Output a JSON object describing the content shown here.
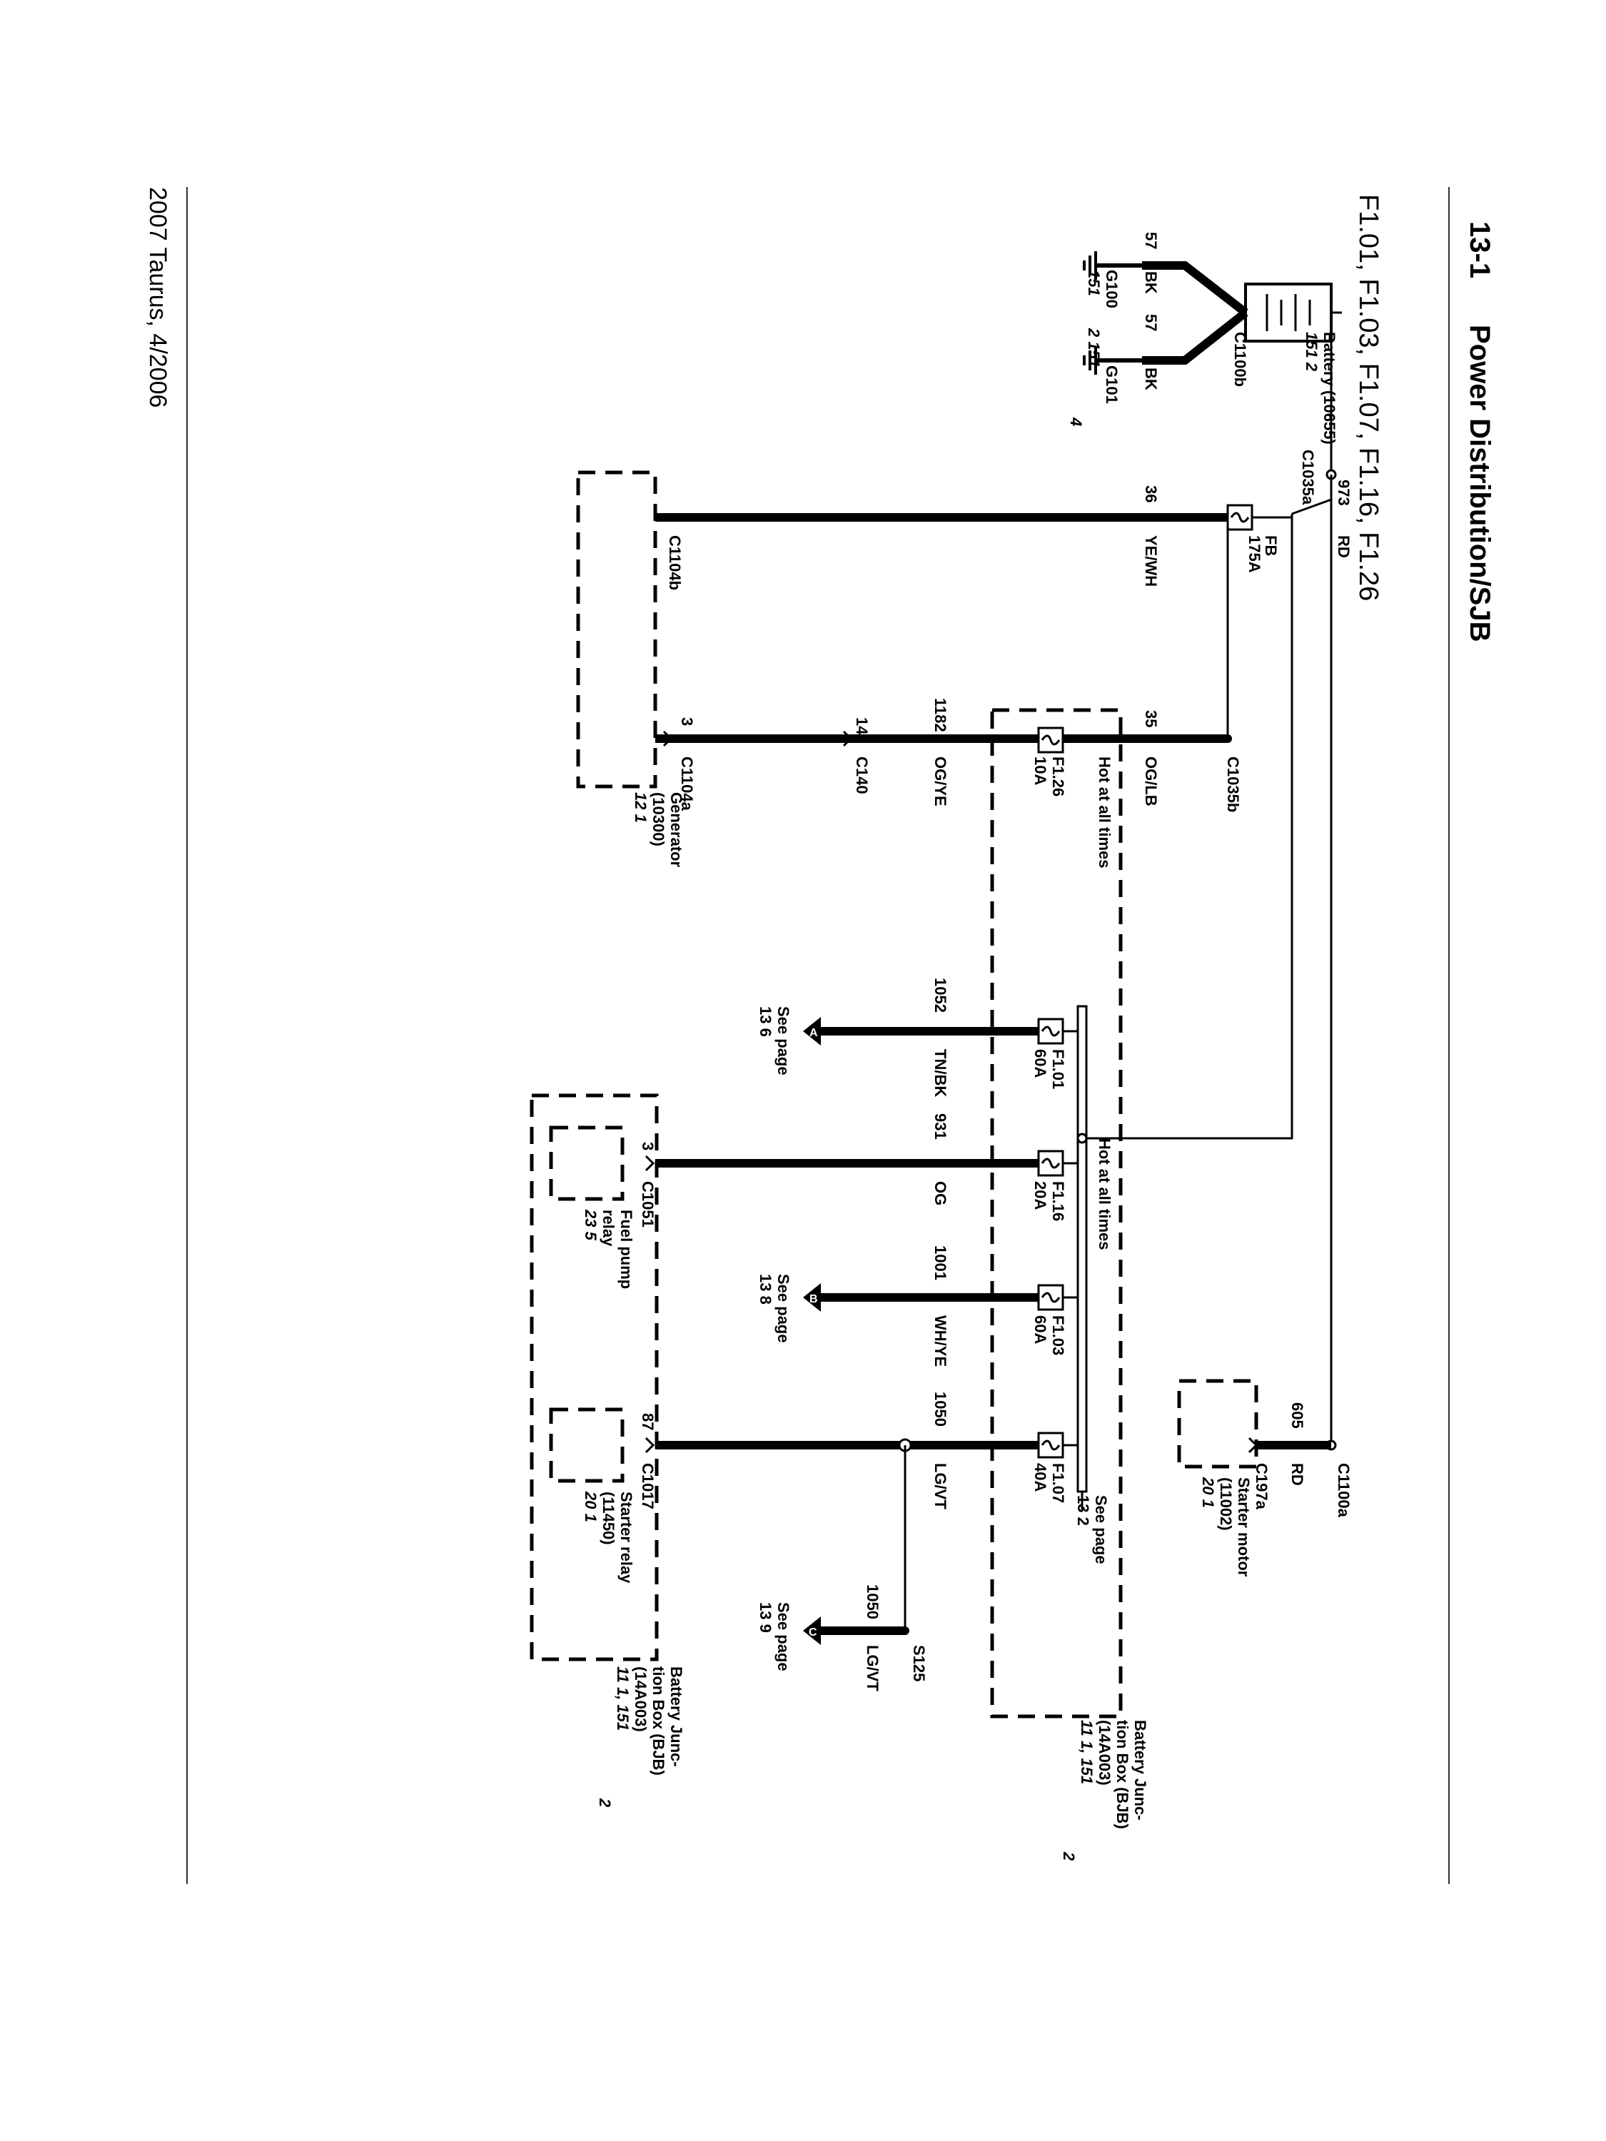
{
  "header": {
    "section": "13-1",
    "title": "Power Distribution/SJB",
    "subtitle": "F1.01, F1.03, F1.07, F1.16, F1.26"
  },
  "footer": {
    "text": "2007 Taurus, 4/2006"
  },
  "battery": {
    "label": "Battery (10655)",
    "refs": "151    2",
    "connector": "C1100b",
    "ground_wires": [
      "57",
      "57"
    ],
    "ground_colors": [
      "BK",
      "BK"
    ],
    "grounds": [
      "G100",
      "G101"
    ],
    "ground_refs": [
      "151",
      "2   151",
      "4"
    ]
  },
  "main_feed": {
    "wire": "973",
    "color": "RD",
    "connector": "C1035a",
    "fuse": "FB",
    "fuse_rating": "175A",
    "gen_wire": "36",
    "gen_color": "YE/WH",
    "gen_connector": "C1104b"
  },
  "fuse_f126": {
    "wire_in": "35",
    "color_in": "OG/LB",
    "connector_in": "C1035b",
    "hot_note": "Hot at all times",
    "fuse": "F1.26",
    "rating": "10A",
    "wire_out": "1182",
    "color_out": "OG/YE",
    "pin_c140": "14",
    "connector_c140": "C140",
    "pin_gen": "3",
    "connector_gen": "C1104a"
  },
  "generator": {
    "label": "Generator",
    "part": "(10300)",
    "refs": "12    1"
  },
  "bus": {
    "hot_note": "Hot at all times",
    "see_page": "See page",
    "see_refs": "13       2"
  },
  "fuses": [
    {
      "fuse": "F1.01",
      "rating": "60A",
      "wire": "1052",
      "color": "TN/BK",
      "see_page": "See page",
      "see_refs": "13      6",
      "marker": "A"
    },
    {
      "fuse": "F1.16",
      "rating": "20A",
      "wire": "931",
      "color": "OG",
      "pin": "3",
      "connector": "C1051"
    },
    {
      "fuse": "F1.03",
      "rating": "60A",
      "wire": "1001",
      "color": "WH/YE",
      "see_page": "See page",
      "see_refs": "13      8",
      "marker": "B"
    },
    {
      "fuse": "F1.07",
      "rating": "40A",
      "wire": "1050",
      "color": "LG/VT",
      "pin": "87",
      "connector": "C1017"
    }
  ],
  "fuel_pump_relay": {
    "label": "Fuel pump",
    "label2": "relay",
    "refs": "23     5"
  },
  "starter_relay": {
    "label": "Starter relay",
    "part": "(11450)",
    "refs": "20     1"
  },
  "splice": {
    "name": "S125",
    "wire": "1050",
    "color": "LG/VT",
    "see_page": "See page",
    "see_refs": "13      9",
    "marker": "C"
  },
  "starter_motor": {
    "connector_top": "C1100a",
    "wire": "605",
    "color": "RD",
    "connector": "C197a",
    "label": "Starter motor",
    "part": "(11002)",
    "refs": "20     1"
  },
  "bjb_upper": {
    "label": "Battery Junc-",
    "label2": "tion Box (BJB)",
    "part": "(14A003)",
    "refs": "11     1, 151",
    "ref2": "2"
  },
  "bjb_lower": {
    "label": "Battery Junc-",
    "label2": "tion Box (BJB)",
    "part": "(14A003)",
    "refs": "11     1, 151",
    "ref2": "2"
  }
}
